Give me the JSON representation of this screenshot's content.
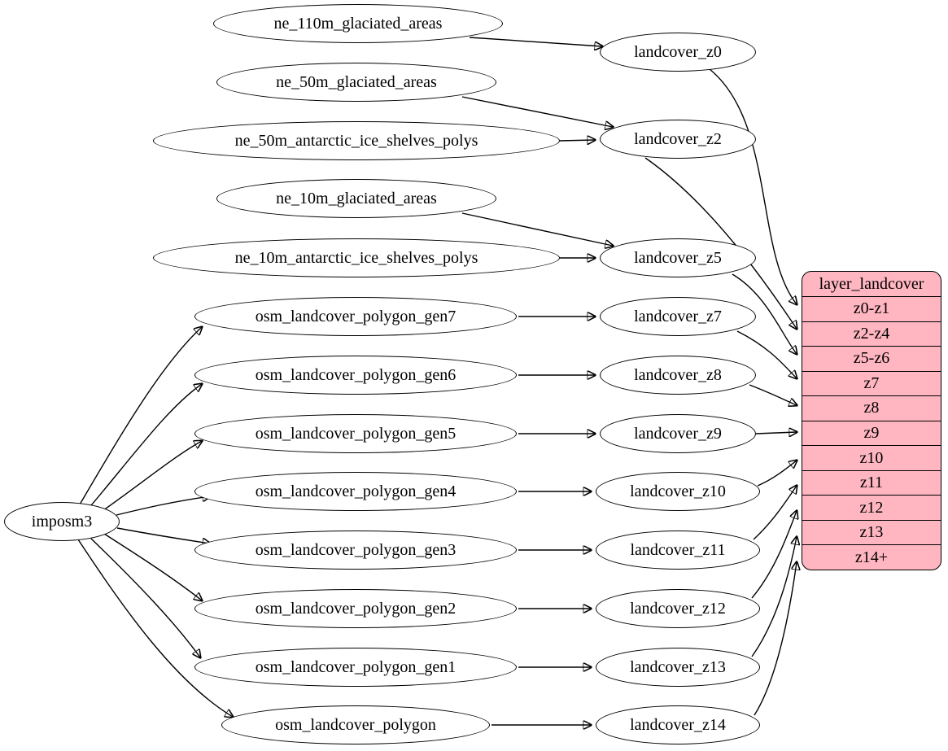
{
  "graph": {
    "background": "#ffffff",
    "node_fill": "#ffffff",
    "node_stroke": "#000000",
    "edge_color": "#000000",
    "table_fill": "#ffb6c1",
    "nodes": {
      "imposm3": "imposm3",
      "ne_110m_glaciated_areas": "ne_110m_glaciated_areas",
      "ne_50m_glaciated_areas": "ne_50m_glaciated_areas",
      "ne_50m_antarctic_ice_shelves_polys": "ne_50m_antarctic_ice_shelves_polys",
      "ne_10m_glaciated_areas": "ne_10m_glaciated_areas",
      "ne_10m_antarctic_ice_shelves_polys": "ne_10m_antarctic_ice_shelves_polys",
      "osm_landcover_polygon_gen7": "osm_landcover_polygon_gen7",
      "osm_landcover_polygon_gen6": "osm_landcover_polygon_gen6",
      "osm_landcover_polygon_gen5": "osm_landcover_polygon_gen5",
      "osm_landcover_polygon_gen4": "osm_landcover_polygon_gen4",
      "osm_landcover_polygon_gen3": "osm_landcover_polygon_gen3",
      "osm_landcover_polygon_gen2": "osm_landcover_polygon_gen2",
      "osm_landcover_polygon_gen1": "osm_landcover_polygon_gen1",
      "osm_landcover_polygon": "osm_landcover_polygon",
      "landcover_z0": "landcover_z0",
      "landcover_z2": "landcover_z2",
      "landcover_z5": "landcover_z5",
      "landcover_z7": "landcover_z7",
      "landcover_z8": "landcover_z8",
      "landcover_z9": "landcover_z9",
      "landcover_z10": "landcover_z10",
      "landcover_z11": "landcover_z11",
      "landcover_z12": "landcover_z12",
      "landcover_z13": "landcover_z13",
      "landcover_z14": "landcover_z14"
    },
    "table": {
      "title": "layer_landcover",
      "rows": [
        "z0-z1",
        "z2-z4",
        "z5-z6",
        "z7",
        "z8",
        "z9",
        "z10",
        "z11",
        "z12",
        "z13",
        "z14+"
      ]
    },
    "edges": [
      {
        "from": "imposm3",
        "to": "osm_landcover_polygon_gen7"
      },
      {
        "from": "imposm3",
        "to": "osm_landcover_polygon_gen6"
      },
      {
        "from": "imposm3",
        "to": "osm_landcover_polygon_gen5"
      },
      {
        "from": "imposm3",
        "to": "osm_landcover_polygon_gen4"
      },
      {
        "from": "imposm3",
        "to": "osm_landcover_polygon_gen3"
      },
      {
        "from": "imposm3",
        "to": "osm_landcover_polygon_gen2"
      },
      {
        "from": "imposm3",
        "to": "osm_landcover_polygon_gen1"
      },
      {
        "from": "imposm3",
        "to": "osm_landcover_polygon"
      },
      {
        "from": "ne_110m_glaciated_areas",
        "to": "landcover_z0"
      },
      {
        "from": "ne_50m_glaciated_areas",
        "to": "landcover_z2"
      },
      {
        "from": "ne_50m_antarctic_ice_shelves_polys",
        "to": "landcover_z2"
      },
      {
        "from": "ne_10m_glaciated_areas",
        "to": "landcover_z5"
      },
      {
        "from": "ne_10m_antarctic_ice_shelves_polys",
        "to": "landcover_z5"
      },
      {
        "from": "osm_landcover_polygon_gen7",
        "to": "landcover_z7"
      },
      {
        "from": "osm_landcover_polygon_gen6",
        "to": "landcover_z8"
      },
      {
        "from": "osm_landcover_polygon_gen5",
        "to": "landcover_z9"
      },
      {
        "from": "osm_landcover_polygon_gen4",
        "to": "landcover_z10"
      },
      {
        "from": "osm_landcover_polygon_gen3",
        "to": "landcover_z11"
      },
      {
        "from": "osm_landcover_polygon_gen2",
        "to": "landcover_z12"
      },
      {
        "from": "osm_landcover_polygon_gen1",
        "to": "landcover_z13"
      },
      {
        "from": "osm_landcover_polygon",
        "to": "landcover_z14"
      },
      {
        "from": "landcover_z0",
        "to": "layer_landcover:z0-z1"
      },
      {
        "from": "landcover_z2",
        "to": "layer_landcover:z2-z4"
      },
      {
        "from": "landcover_z5",
        "to": "layer_landcover:z5-z6"
      },
      {
        "from": "landcover_z7",
        "to": "layer_landcover:z7"
      },
      {
        "from": "landcover_z8",
        "to": "layer_landcover:z8"
      },
      {
        "from": "landcover_z9",
        "to": "layer_landcover:z9"
      },
      {
        "from": "landcover_z10",
        "to": "layer_landcover:z10"
      },
      {
        "from": "landcover_z11",
        "to": "layer_landcover:z11"
      },
      {
        "from": "landcover_z12",
        "to": "layer_landcover:z12"
      },
      {
        "from": "landcover_z13",
        "to": "layer_landcover:z13"
      },
      {
        "from": "landcover_z14",
        "to": "layer_landcover:z14+"
      }
    ]
  }
}
